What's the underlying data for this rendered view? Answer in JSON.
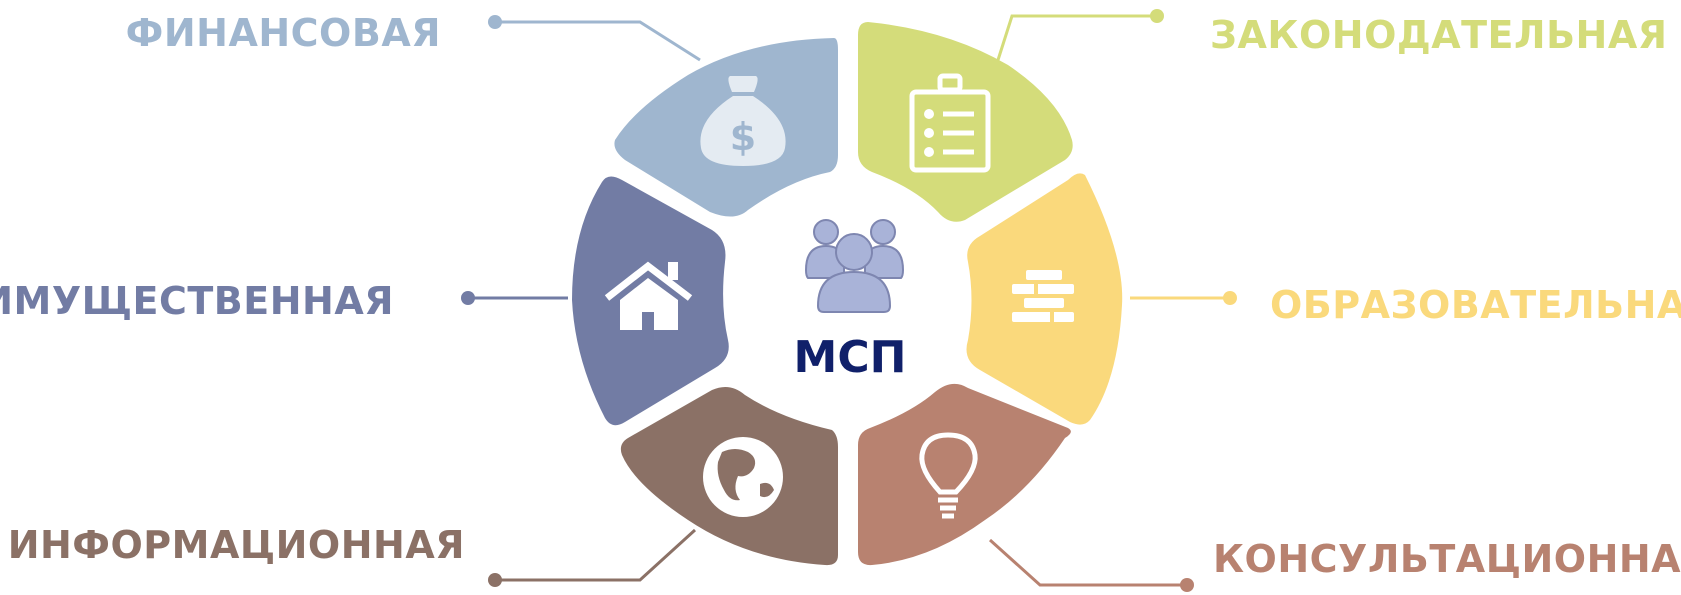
{
  "center": {
    "label": "МСП",
    "icon": "people-group-icon",
    "color": "#10206a"
  },
  "segments": [
    {
      "id": "finance",
      "label": "ФИНАНСОВАЯ",
      "icon": "money-bag-icon",
      "color": "#9fb6cf"
    },
    {
      "id": "legislative",
      "label": "ЗАКОНОДАТЕЛЬНАЯ",
      "icon": "clipboard-checklist-icon",
      "color": "#d4dc7a"
    },
    {
      "id": "education",
      "label": "ОБРАЗОВАТЕЛЬНАЯ",
      "icon": "books-stack-icon",
      "color": "#fad97c"
    },
    {
      "id": "consulting",
      "label": "КОНСУЛЬТАЦИОННАЯ",
      "icon": "lightbulb-icon",
      "color": "#b88270"
    },
    {
      "id": "information",
      "label": "ИНФОРМАЦИОННАЯ",
      "icon": "globe-icon",
      "color": "#8b7166"
    },
    {
      "id": "property",
      "label": "ИМУЩЕСТВЕННАЯ",
      "icon": "house-icon",
      "color": "#727ca4"
    }
  ]
}
